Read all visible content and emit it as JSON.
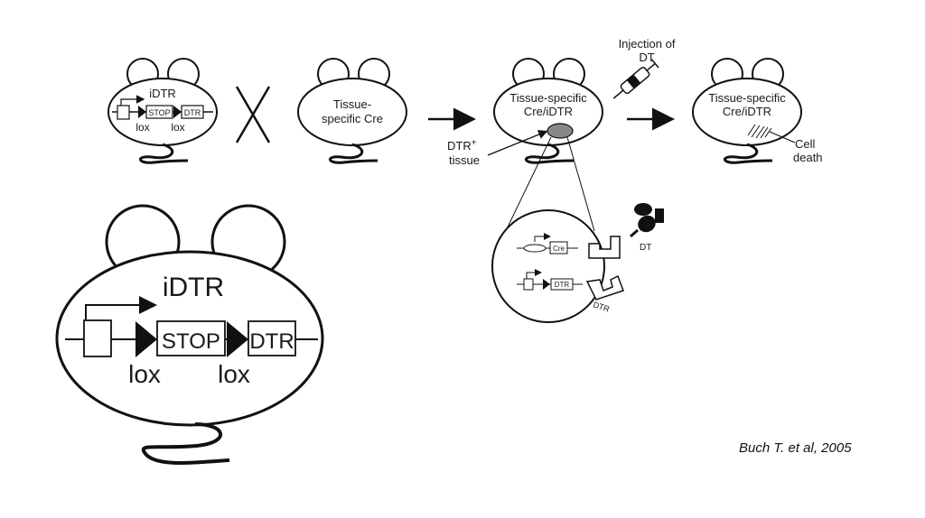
{
  "mouse1": {
    "title": "iDTR",
    "stop": "STOP",
    "dtr": "DTR",
    "lox1": "lox",
    "lox2": "lox"
  },
  "cross_mark": "X",
  "mouse2": {
    "line1": "Tissue-",
    "line2": "specific Cre"
  },
  "mouse3": {
    "line1": "Tissue-specific",
    "line2": "Cre/iDTR"
  },
  "mouse4": {
    "line1": "Tissue-specific",
    "line2": "Cre/iDTR"
  },
  "injection": {
    "line1": "Injection of",
    "line2": "DT"
  },
  "dtr_tissue": {
    "line1": "DTR",
    "sup": "+",
    "line2": "tissue"
  },
  "cell_death": {
    "line1": "Cell",
    "line2": "death"
  },
  "cell_zoom": {
    "cre": "Cre",
    "dtr": "DTR",
    "dt": "DT",
    "receptor": "DTR"
  },
  "large_mouse": {
    "title": "iDTR",
    "stop": "STOP",
    "dtr": "DTR",
    "lox1": "lox",
    "lox2": "lox"
  },
  "citation": "Buch T. et al, 2005"
}
